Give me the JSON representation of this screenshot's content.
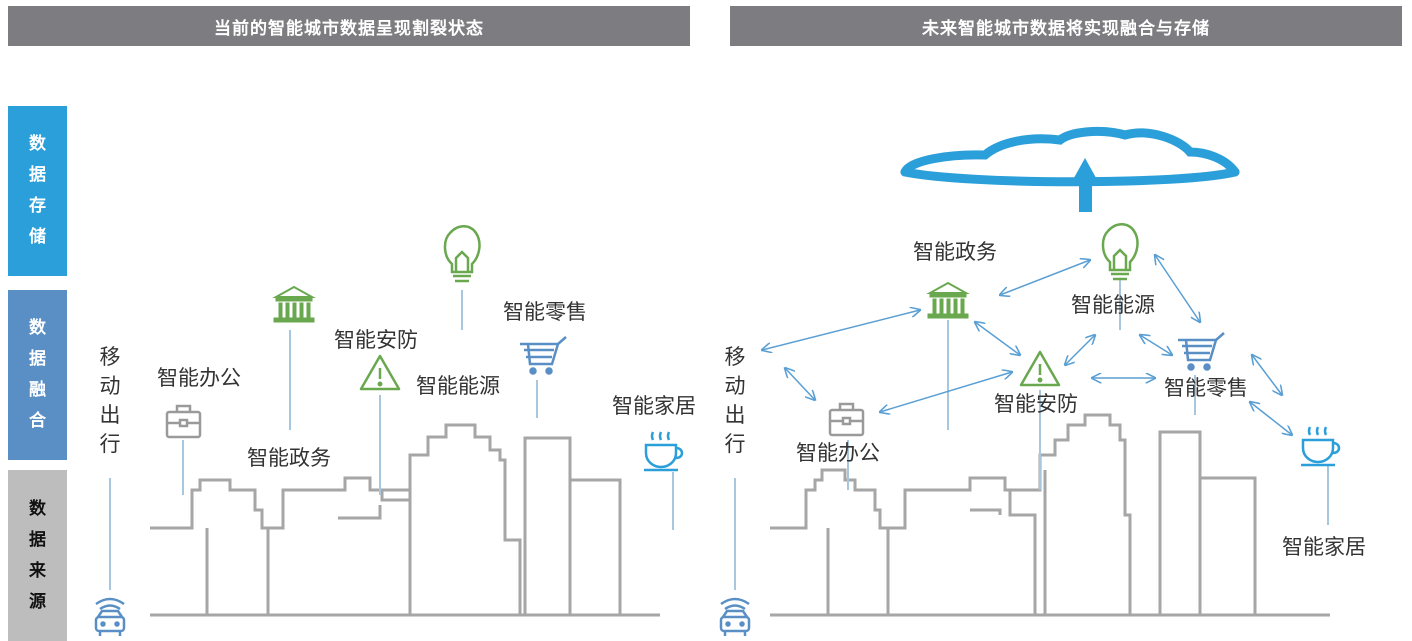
{
  "headers": {
    "left": "当前的智能城市数据呈现割裂状态",
    "right": "未来智能城市数据将实现融合与存储"
  },
  "side_labels": {
    "storage": [
      "数",
      "据",
      "存",
      "储"
    ],
    "fusion": [
      "数",
      "据",
      "融",
      "合"
    ],
    "source": [
      "数",
      "据",
      "来",
      "源"
    ]
  },
  "colors": {
    "storage": "#2b9fd9",
    "fusion": "#5a8fc6",
    "source": "#bdbdbd",
    "header": "#7d7d81",
    "green": "#6aa84f",
    "blue": "#2b9fd9",
    "gray": "#9a9a9a",
    "city": "#a6a6a6"
  },
  "left_panel": {
    "mobility": "移动出行",
    "office": "智能办公",
    "government": "智能政务",
    "security": "智能安防",
    "energy": "智能能源",
    "retail": "智能零售",
    "home": "智能家居"
  },
  "right_panel": {
    "mobility": "移动出行",
    "office": "智能办公",
    "government": "智能政务",
    "security": "智能安防",
    "energy": "智能能源",
    "retail": "智能零售",
    "home": "智能家居"
  }
}
